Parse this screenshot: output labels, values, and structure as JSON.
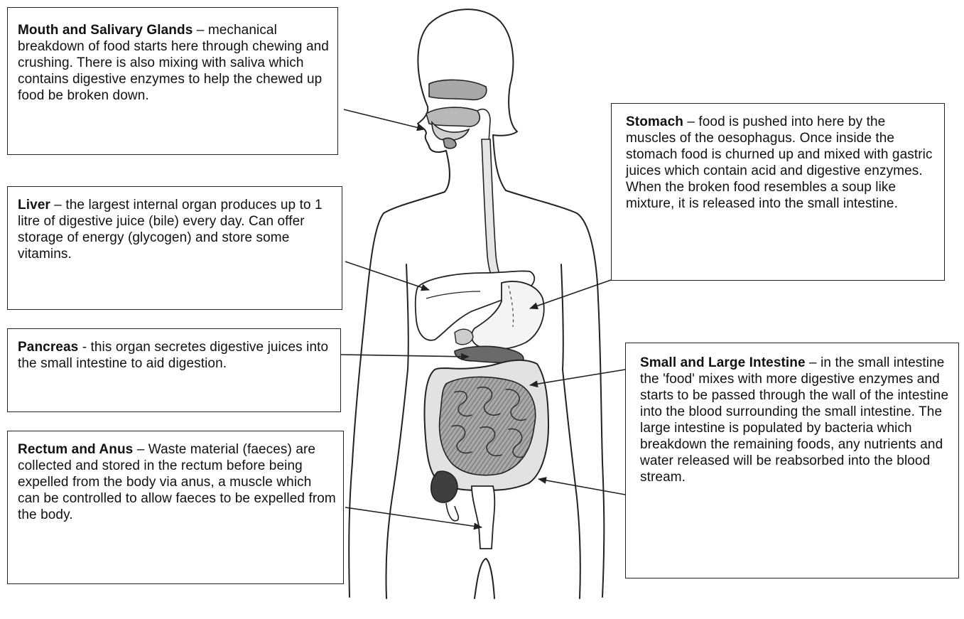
{
  "labels": {
    "mouth": {
      "title": "Mouth and Salivary Glands",
      "text": " – mechanical breakdown of food starts here through chewing and crushing. There is also mixing with saliva which contains digestive enzymes to help the chewed up food be broken down."
    },
    "liver": {
      "title": "Liver",
      "text": " – the largest internal organ produces up to 1 litre of digestive juice (bile) every day.  Can offer storage of energy (glycogen) and store some vitamins."
    },
    "pancreas": {
      "title": "Pancreas",
      "text": " - this organ secretes digestive juices into the small intestine to aid digestion."
    },
    "rectum": {
      "title": "Rectum and Anus",
      "text": " – Waste material (faeces) are collected and stored in the rectum before being expelled from the body via anus, a muscle which can be controlled to allow faeces to be expelled from the body."
    },
    "stomach": {
      "title": "Stomach",
      "text": " – food is pushed into here by the muscles of the oesophagus.  Once inside the stomach food is churned up and mixed with gastric juices which contain acid and digestive enzymes. When the broken food resembles a soup like mixture, it is released into the small intestine."
    },
    "intestine": {
      "title": "Small and Large Intestine",
      "text": " – in the small intestine the 'food' mixes with more digestive enzymes and starts to be passed through the wall of the intestine into the blood surrounding the small intestine.  The large intestine is populated by bacteria which breakdown the remaining foods, any nutrients and water released will be reabsorbed into the blood stream."
    }
  },
  "colors": {
    "outline": "#222222",
    "organ_fill": "#9a9a9a",
    "organ_light": "#d6d6d6",
    "background": "#ffffff"
  }
}
